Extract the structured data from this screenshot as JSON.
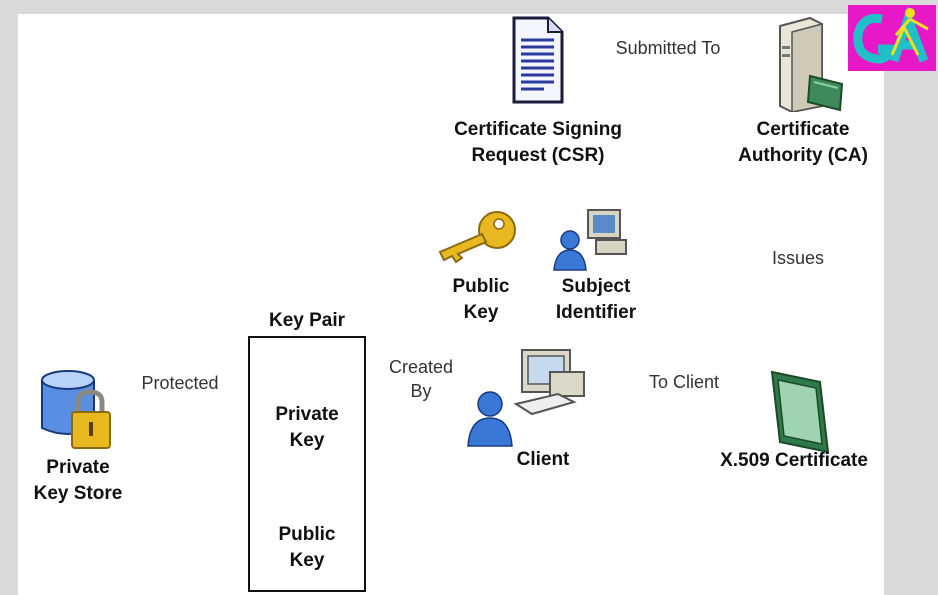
{
  "nodes": {
    "csr_line1": "Certificate Signing",
    "csr_line2": "Request (CSR)",
    "ca_line1": "Certificate",
    "ca_line2": "Authority (CA)",
    "public_key_line1": "Public",
    "public_key_line2": "Key",
    "subject_line1": "Subject",
    "subject_line2": "Identifier",
    "keypair_title": "Key Pair",
    "private_key_line1": "Private",
    "private_key_line2": "Key",
    "box_public_line1": "Public",
    "box_public_line2": "Key",
    "store_line1": "Private",
    "store_line2": "Key Store",
    "client": "Client",
    "cert": "X.509 Certificate"
  },
  "edges": {
    "submitted_to": "Submitted To",
    "issues": "Issues",
    "to_client": "To Client",
    "created_line1": "Created",
    "created_line2": "By",
    "protected": "Protected"
  },
  "colors": {
    "key_gold": "#e8b820",
    "person_blue": "#3a78d8",
    "cert_green": "#2f7a4a",
    "logo_magenta": "#e818c8",
    "logo_cyan": "#20c0c8"
  },
  "icons": [
    "document-icon",
    "server-icon",
    "key-icon",
    "workstation-icon",
    "computer-icon",
    "person-icon",
    "database-lock-icon",
    "certificate-icon",
    "logo-icon"
  ]
}
